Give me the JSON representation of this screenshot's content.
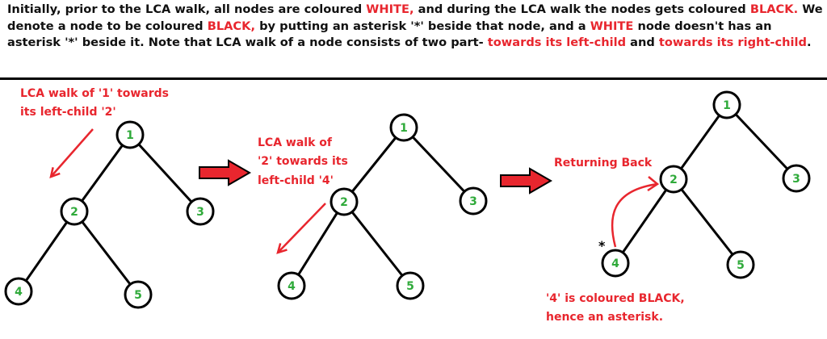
{
  "intro": {
    "segments": [
      {
        "text": "Initially, prior to the LCA walk, all nodes are coloured ",
        "highlight": false
      },
      {
        "text": "WHITE,",
        "highlight": true
      },
      {
        "text": " and during the LCA walk the nodes gets coloured ",
        "highlight": false
      },
      {
        "text": "BLACK.",
        "highlight": true
      },
      {
        "text": " We denote a node to be coloured ",
        "highlight": false
      },
      {
        "text": "BLACK,",
        "highlight": true
      },
      {
        "text": " by putting an asterisk '*' beside that node, and a ",
        "highlight": false
      },
      {
        "text": "WHITE",
        "highlight": true
      },
      {
        "text": " node doesn't has an asterisk '*' beside it. Note that LCA walk of a node consists of two part- ",
        "highlight": false
      },
      {
        "text": "towards its left-child",
        "highlight": true
      },
      {
        "text": " and ",
        "highlight": false
      },
      {
        "text": "towards its right-child",
        "highlight": true
      },
      {
        "text": ".",
        "highlight": false
      }
    ]
  },
  "colors": {
    "accent": "#e8262e",
    "node_text": "#2faa3a",
    "node_fill": "#ffffff",
    "edge": "#000000"
  },
  "panels": [
    {
      "nodes": [
        "1",
        "2",
        "3",
        "4",
        "5"
      ],
      "annotations": [
        {
          "text": "LCA walk of '1' towards"
        },
        {
          "text": "its left-child '2'"
        }
      ],
      "asterisk": ""
    },
    {
      "nodes": [
        "1",
        "2",
        "3",
        "4",
        "5"
      ],
      "annotations": [
        {
          "text": "LCA walk of"
        },
        {
          "text": "'2' towards its"
        },
        {
          "text": "left-child '4'"
        }
      ],
      "asterisk": ""
    },
    {
      "nodes": [
        "1",
        "2",
        "3",
        "4",
        "5"
      ],
      "annotations": [
        {
          "text": "Returning Back"
        },
        {
          "text": "'4' is coloured BLACK,"
        },
        {
          "text": "hence an asterisk."
        }
      ],
      "asterisk": "*"
    }
  ]
}
